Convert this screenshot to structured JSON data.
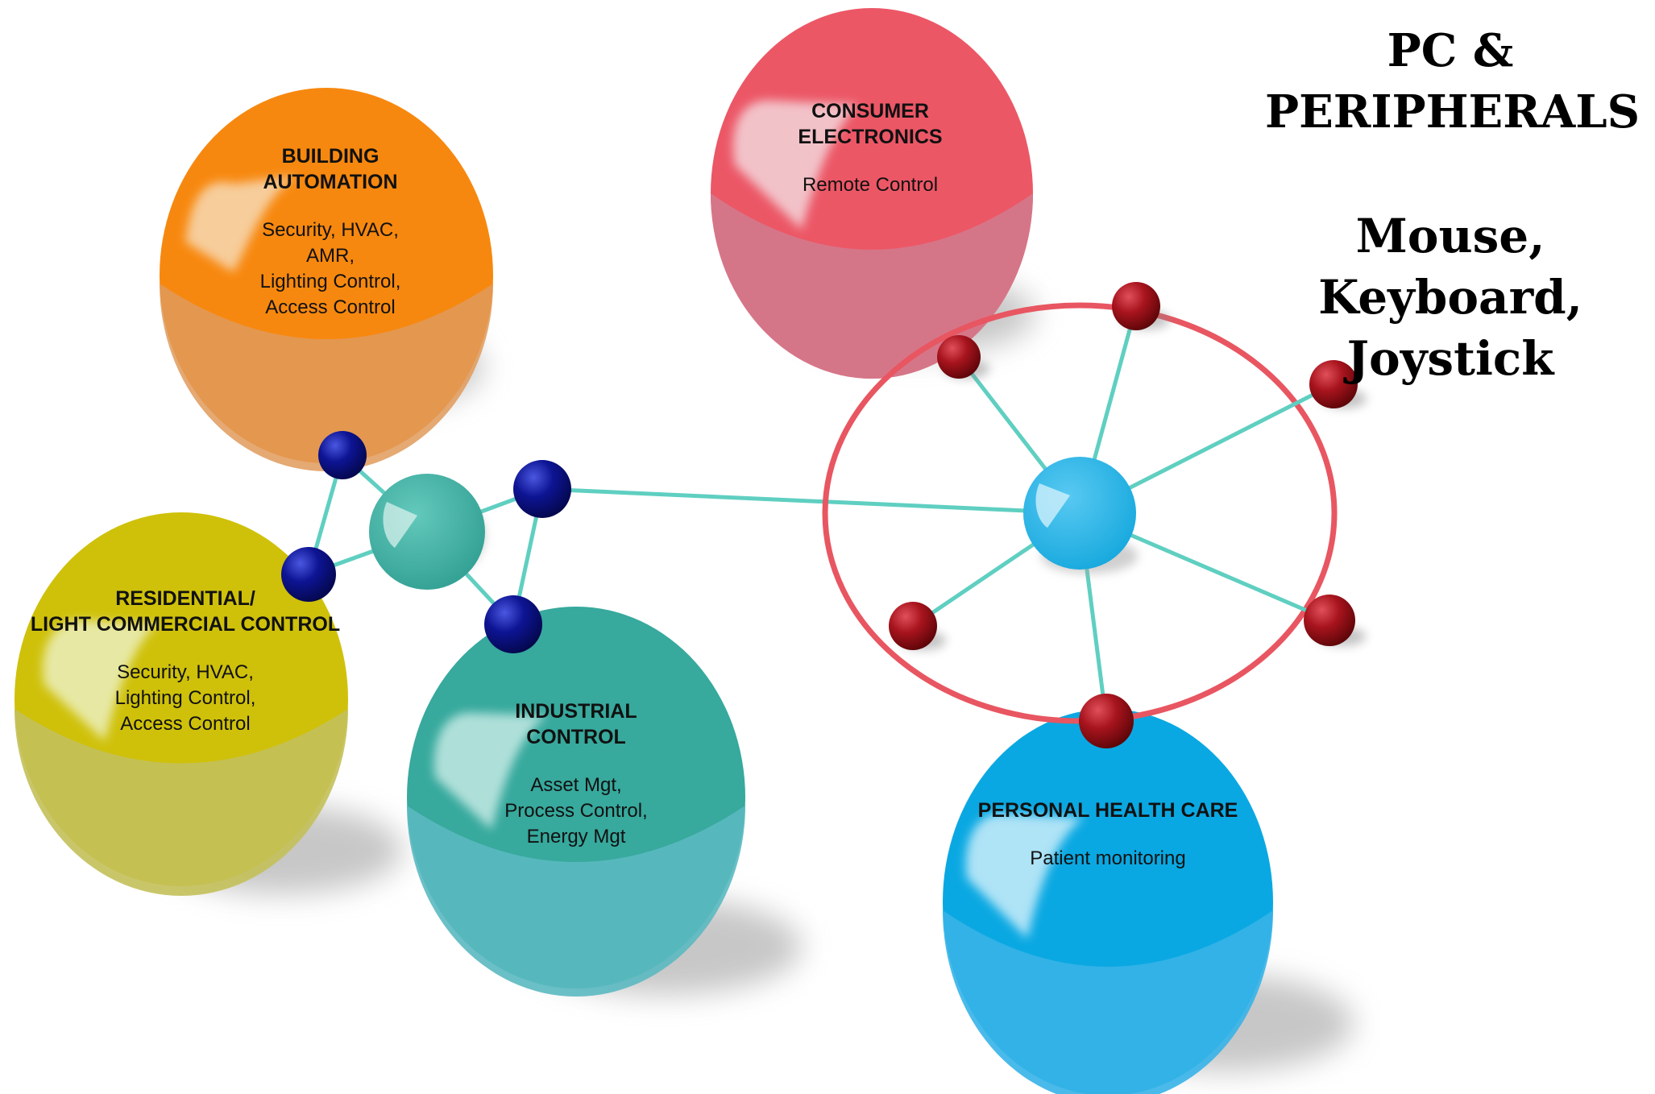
{
  "headline": {
    "title_lines": [
      "PC &",
      "PERIPHERALS"
    ],
    "devices_lines": [
      "Mouse,",
      "Keyboard,",
      "Joystick"
    ]
  },
  "spheres": {
    "building": {
      "title_lines": [
        "BUILDING",
        "AUTOMATION"
      ],
      "desc_lines": [
        "Security, HVAC,",
        "AMR,",
        "Lighting Control,",
        "Access Control"
      ]
    },
    "consumer": {
      "title_lines": [
        "CONSUMER",
        "ELECTRONICS"
      ],
      "desc_lines": [
        "Remote Control"
      ]
    },
    "residential": {
      "title_lines": [
        "RESIDENTIAL/",
        "LIGHT COMMERCIAL CONTROL"
      ],
      "desc_lines": [
        "Security, HVAC,",
        "Lighting Control,",
        "Access Control"
      ]
    },
    "industrial": {
      "title_lines": [
        "INDUSTRIAL",
        "CONTROL"
      ],
      "desc_lines": [
        "Asset Mgt,",
        "Process Control,",
        "Energy Mgt"
      ]
    },
    "health": {
      "title_lines": [
        "PERSONAL HEALTH CARE"
      ],
      "desc_lines": [
        "Patient monitoring"
      ]
    }
  },
  "colors": {
    "orange": "#f7880f",
    "pink": "#ec5766",
    "yellow": "#cfc10a",
    "teal": "#37a99d",
    "blue": "#0aa8e2",
    "hub_teal": "#41b5a8",
    "hub_blue": "#22b6ec",
    "node_navy": "#0d1493",
    "node_red": "#a8141d",
    "link": "#5fcfc1",
    "ring": "#e85661"
  }
}
